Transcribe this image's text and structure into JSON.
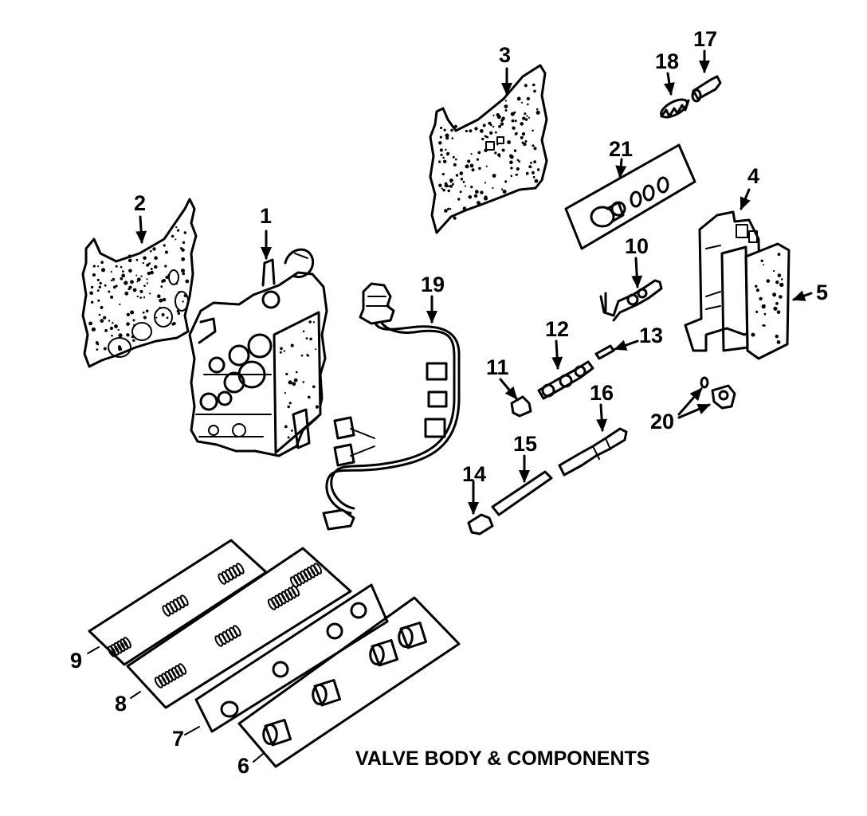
{
  "caption": "VALVE BODY & COMPONENTS",
  "callouts": {
    "c1": "1",
    "c2": "2",
    "c3": "3",
    "c4": "4",
    "c5": "5",
    "c6": "6",
    "c7": "7",
    "c8": "8",
    "c9": "9",
    "c10": "10",
    "c11": "11",
    "c12": "12",
    "c13": "13",
    "c14": "14",
    "c15": "15",
    "c16": "16",
    "c17": "17",
    "c18": "18",
    "c19": "19",
    "c20": "20",
    "c21": "21"
  }
}
